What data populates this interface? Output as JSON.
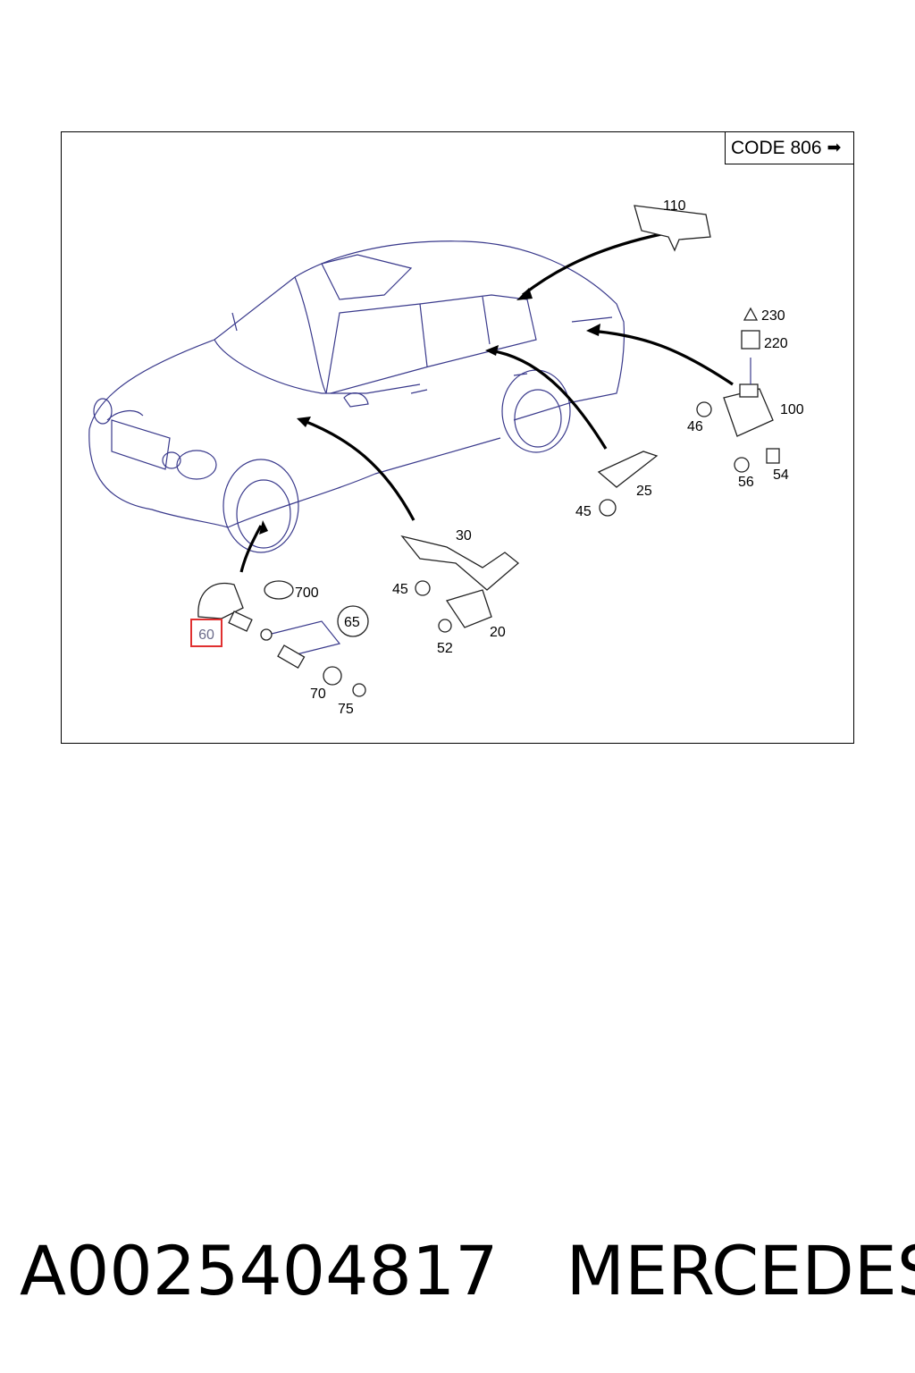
{
  "diagram": {
    "code_label": "CODE 806",
    "code_arrow_icon": "right-arrow-icon",
    "callouts": [
      {
        "id": "c110",
        "label": "110"
      },
      {
        "id": "c230",
        "label": "230"
      },
      {
        "id": "c220",
        "label": "220"
      },
      {
        "id": "c100",
        "label": "100"
      },
      {
        "id": "c46",
        "label": "46"
      },
      {
        "id": "c56",
        "label": "56"
      },
      {
        "id": "c54",
        "label": "54"
      },
      {
        "id": "c25",
        "label": "25"
      },
      {
        "id": "c45a",
        "label": "45"
      },
      {
        "id": "c30",
        "label": "30"
      },
      {
        "id": "c45b",
        "label": "45"
      },
      {
        "id": "c20",
        "label": "20"
      },
      {
        "id": "c52",
        "label": "52"
      },
      {
        "id": "c700",
        "label": "700"
      },
      {
        "id": "c65",
        "label": "65"
      },
      {
        "id": "c70",
        "label": "70"
      },
      {
        "id": "c75",
        "label": "75"
      }
    ],
    "highlighted_callout": "60",
    "highlight_color": "#e03030"
  },
  "footer": {
    "part_number": "A0025404817",
    "brand": "MERCEDES"
  }
}
